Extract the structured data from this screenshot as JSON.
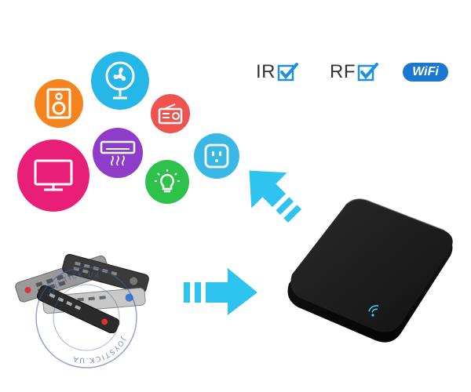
{
  "features": {
    "ir_label": "IR",
    "rf_label": "RF",
    "wifi_label": "WiFi"
  },
  "watermark": {
    "text": "JOYSTICK.UA"
  },
  "devices": [
    {
      "name": "speaker-icon",
      "color": "#f5841f"
    },
    {
      "name": "fan-icon",
      "color": "#27b6e8"
    },
    {
      "name": "radio-icon",
      "color": "#ef5350"
    },
    {
      "name": "tv-icon",
      "color": "#e91e78"
    },
    {
      "name": "air-conditioner-icon",
      "color": "#8e3cc9"
    },
    {
      "name": "lightbulb-icon",
      "color": "#2ec24a"
    },
    {
      "name": "smart-plug-icon",
      "color": "#39b8e6"
    }
  ],
  "colors": {
    "accent_arrow": "#2fc3f0",
    "check_blue": "#1f8fe0",
    "hub_body": "#1a1a1a",
    "status_led": "#3ad6ff"
  }
}
